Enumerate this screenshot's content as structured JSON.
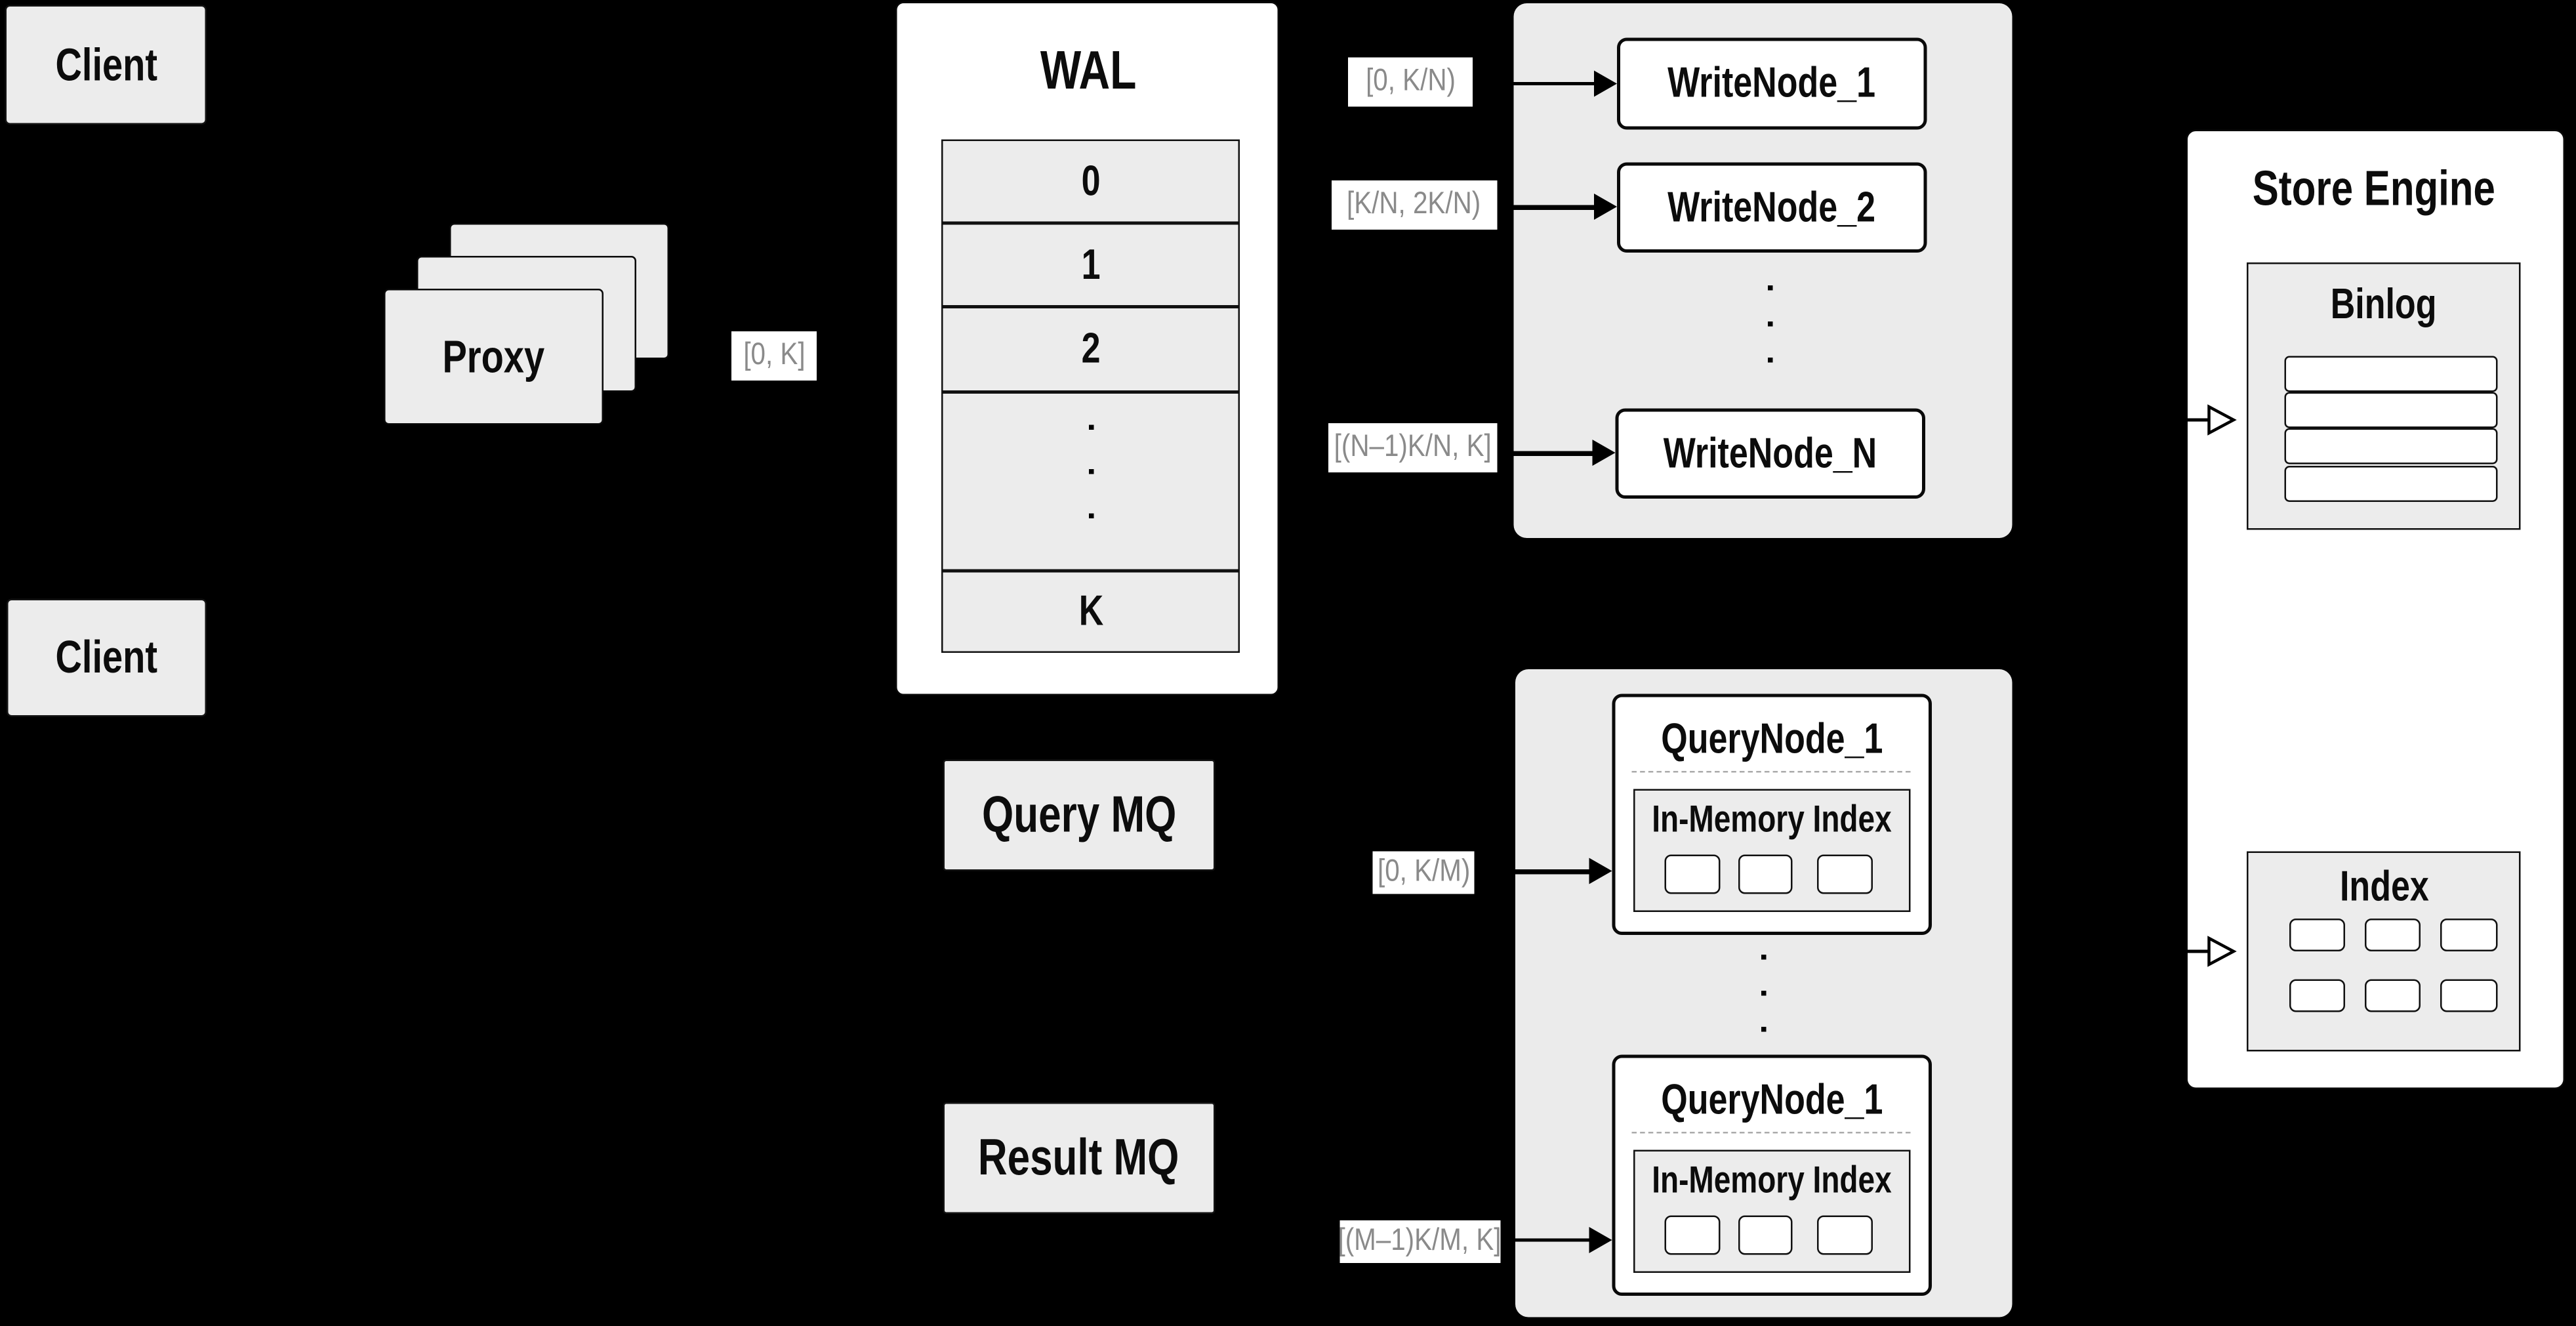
{
  "colors": {
    "background": "#000000",
    "panel_fill": "#ebebeb",
    "box_fill": "#ececec",
    "node_fill": "#ffffff",
    "border": "#0a0a0a",
    "muted_label_text": "#8a8a8a"
  },
  "clients": {
    "top_label": "Client",
    "bottom_label": "Client"
  },
  "proxy": {
    "label": "Proxy",
    "range": "[0, K]"
  },
  "wal": {
    "title": "WAL",
    "segments": [
      "0",
      "1",
      "2",
      "K"
    ]
  },
  "write_section": {
    "nodes": [
      {
        "label": "WriteNode_1",
        "range": "[0, K/N)"
      },
      {
        "label": "WriteNode_2",
        "range": "[K/N, 2K/N)"
      },
      {
        "label": "WriteNode_N",
        "range": "[(N–1)K/N, K]"
      }
    ]
  },
  "mq": {
    "query_label": "Query MQ",
    "result_label": "Result MQ"
  },
  "query_section": {
    "nodes": [
      {
        "label": "QueryNode_1",
        "sub_label": "In-Memory Index",
        "range": "[0, K/M)"
      },
      {
        "label": "QueryNode_1",
        "sub_label": "In-Memory Index",
        "range": "[(M–1)K/M, K]"
      }
    ]
  },
  "store_engine": {
    "title": "Store Engine",
    "binlog_label": "Binlog",
    "index_label": "Index"
  }
}
